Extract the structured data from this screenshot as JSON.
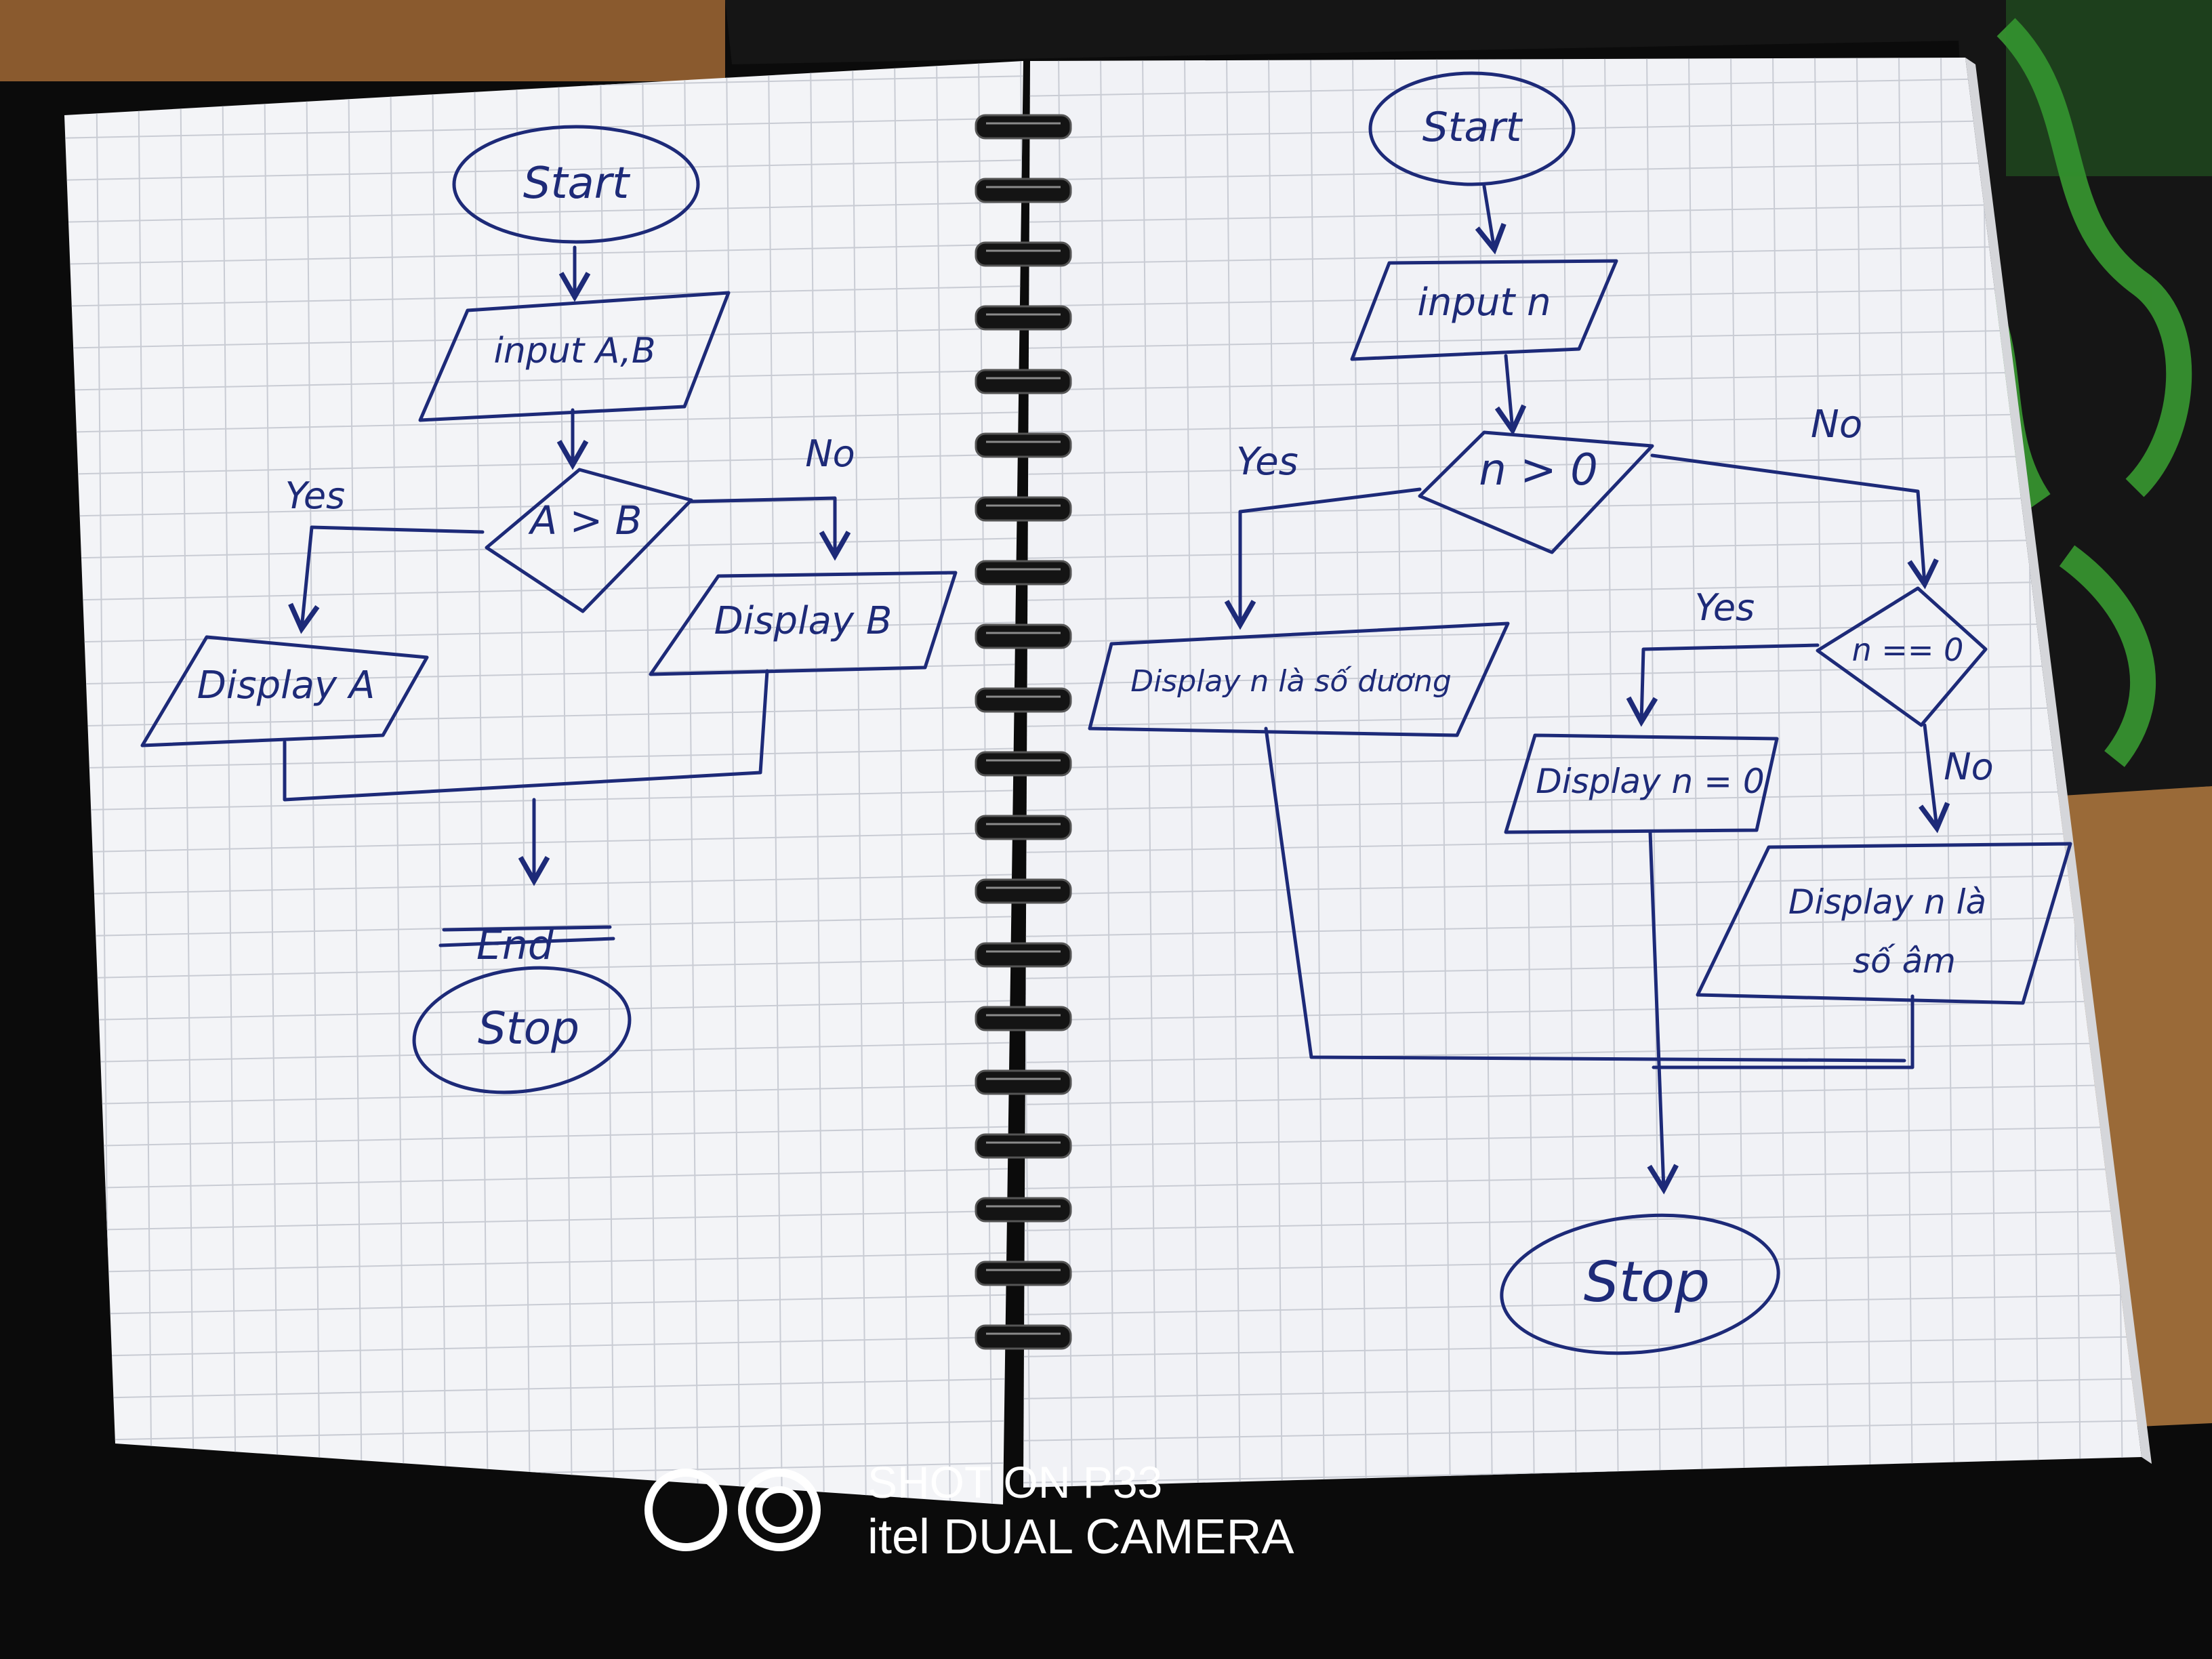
{
  "left_page": {
    "start_label": "Start",
    "input_label": "input A,B",
    "decision_label": "A > B",
    "yes_label": "Yes",
    "no_label": "No",
    "display_a_label": "Display A",
    "display_b_label": "Display B",
    "crossed_label": "End",
    "stop_label": "Stop"
  },
  "right_page": {
    "start_label": "Start",
    "input_label": "input n",
    "decision1_label": "n > 0",
    "yes1_label": "Yes",
    "no1_label": "No",
    "display_positive_label": "Display n là số dương",
    "decision2_label": "n == 0",
    "yes2_label": "Yes",
    "no2_label": "No",
    "display_zero_label": "Display n = 0",
    "display_negative_line1": "Display n là",
    "display_negative_line2": "số âm",
    "stop_label": "Stop"
  },
  "watermark": {
    "line1": "SHOT ON P33",
    "line2": "itel DUAL CAMERA"
  },
  "colors": {
    "ink": "#1d2a78",
    "paper": "#f3f4f7",
    "grid": "#c9ccd4",
    "mat_green": "#2f8f2a",
    "desk": "#8a5a2e"
  }
}
